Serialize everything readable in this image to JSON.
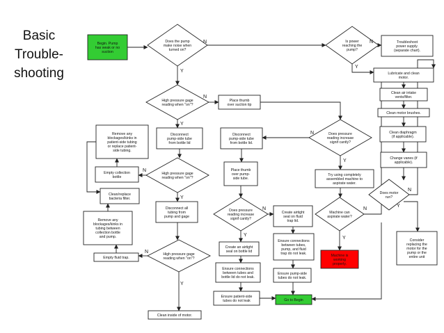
{
  "title": "Basic\nTrouble-\nshooting",
  "colors": {
    "start": "#33cc33",
    "end": "#33cc33",
    "stop": "#ff0000",
    "line": "#222222"
  },
  "nodes": {
    "begin": "Begin. Pump\nhas weak or no\nsuction",
    "d_noise": "Does the pump\nmake noise when\nturned on?",
    "d_power": "Is power\nreaching the\npump?",
    "troubleshoot_power": "Troubleshoot\npower supply.\n(separate chart).",
    "lubricate": "Lubricate and clean\nmotor.",
    "clean_vents": "Clean air intake\nvents/filter.",
    "clean_brushes": "Clean motor brushes.",
    "clean_diaphragm": "Clean diaphragm\n(if applicable).",
    "change_vanes": "Change vanes (if\napplicable).",
    "d_motor_run": "Does motor\nrun?",
    "consider_replacing": "Consider\nreplacing the\nmotor for the\npump or the\nentire unit",
    "d_gage1": "High pressure gage\nreading when \"on\"?",
    "place_thumb_suction": "Place thumb\nover suction tip",
    "remove_blockages": "Remove any\nblockages/kinks in\npatient-side tubing\nor replace patient-\nside tubing.",
    "disconnect_pump_side": "Disconnect\npump-side tube\nfrom bottle lid",
    "disconnect_pump_side2": "Disconnect\npump-side tube\nfrom bottle lid.",
    "d_pressure_increase1": "Does pressure\nreading increase\nsignif cantly?",
    "empty_collection": "Empty collection\nbottle",
    "d_gage2": "High pressure gage\nreading when \"on\"?",
    "place_thumb_pump": "Place thumb\nover pump-\nside tube.",
    "try_assembled": "Try using completely\nassembled machine to\naspirate water.",
    "clean_bacteria_filter": "Clean/replace\nbacteria filter.",
    "disconnect_all": "Disconnect all\ntubing from\npump and gage",
    "d_pressure_increase2": "Does pressure\nreading increase\nsignif cantly?",
    "create_seal_fluid": "Create airtight\nseal on fluid\ntrap lid.",
    "d_aspirate_water": "Machine can\naspirate water?",
    "remove_blockages2": "Remove any\nblockages/kinks in\ntubing between\ncollection bottle\nand pump.",
    "create_seal_bottle": "Create an airtight\nseal on bottle lid",
    "ensure_fluid_trap": "Ensure connections\nbetween tubes,\npump, and fluid\ntrap do not leak.",
    "machine_working": "Machine is\nworking\nproperly.",
    "empty_fluid_trap": "Empty fluid trap.",
    "d_gage3": "High pressure gage\nreading when \"on\"?",
    "ensure_bottle_lid": "Ensure connections\nbetween tubes and\nbottle lid do not leak.",
    "ensure_pump_side": "Ensure pump-side\ntubes do not leak.",
    "ensure_patient_side": "Ensure patient-side\ntubes do not leak",
    "go_to_begin": "Go to Begin",
    "clean_motor_inside": "Clean inside of motor."
  },
  "edge_labels": {
    "noise_no": "N",
    "noise_yes": "Y",
    "power_no": "N",
    "power_yes": "Y",
    "gage1_no": "N",
    "gage1_yes": "Y",
    "gage2_no": "N",
    "gage2_yes": "Y",
    "gage3_no": "N",
    "gage3_yes": "Y",
    "pi1_no": "N",
    "pi1_yes": "Y",
    "pi2_no": "N",
    "pi2_yes": "Y",
    "aspirate_no": "N",
    "aspirate_yes": "Y",
    "motor_no": "N",
    "motor_yes": "Y"
  }
}
